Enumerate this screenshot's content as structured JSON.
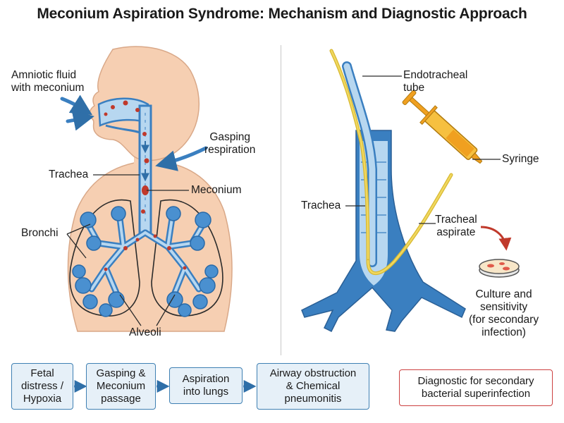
{
  "title": "Meconium Aspiration Syndrome: Mechanism and Diagnostic Approach",
  "left_panel": {
    "amniotic_fluid": "Amniotic fluid\nwith meconium",
    "gasping": "Gasping\nrespiration",
    "trachea": "Trachea",
    "meconium": "Meconium",
    "bronchi": "Bronchi",
    "alveoli": "Alveoli"
  },
  "right_panel": {
    "endotracheal_tube": "Endotracheal\ntube",
    "syringe": "Syringe",
    "trachea": "Trachea",
    "tracheal_aspirate": "Tracheal\naspirate",
    "culture": "Culture and\nsensitivity\n(for secondary\ninfection)"
  },
  "flow": [
    "Fetal\ndistress /\nHypoxia",
    "Gasping &\nMeconium\npassage",
    "Aspiration\ninto lungs",
    "Airway obstruction\n& Chemical\npneumonitis"
  ],
  "diagnostic_box": "Diagnostic for secondary\nbacterial superinfection",
  "colors": {
    "airway_blue": "#3a7fc0",
    "airway_light": "#b7d7f0",
    "skin": "#f6cfb2",
    "meconium_red": "#c0392b",
    "tube_yellow": "#f0d860",
    "syringe_orange": "#f0a020",
    "alert_red": "#cc4040"
  }
}
